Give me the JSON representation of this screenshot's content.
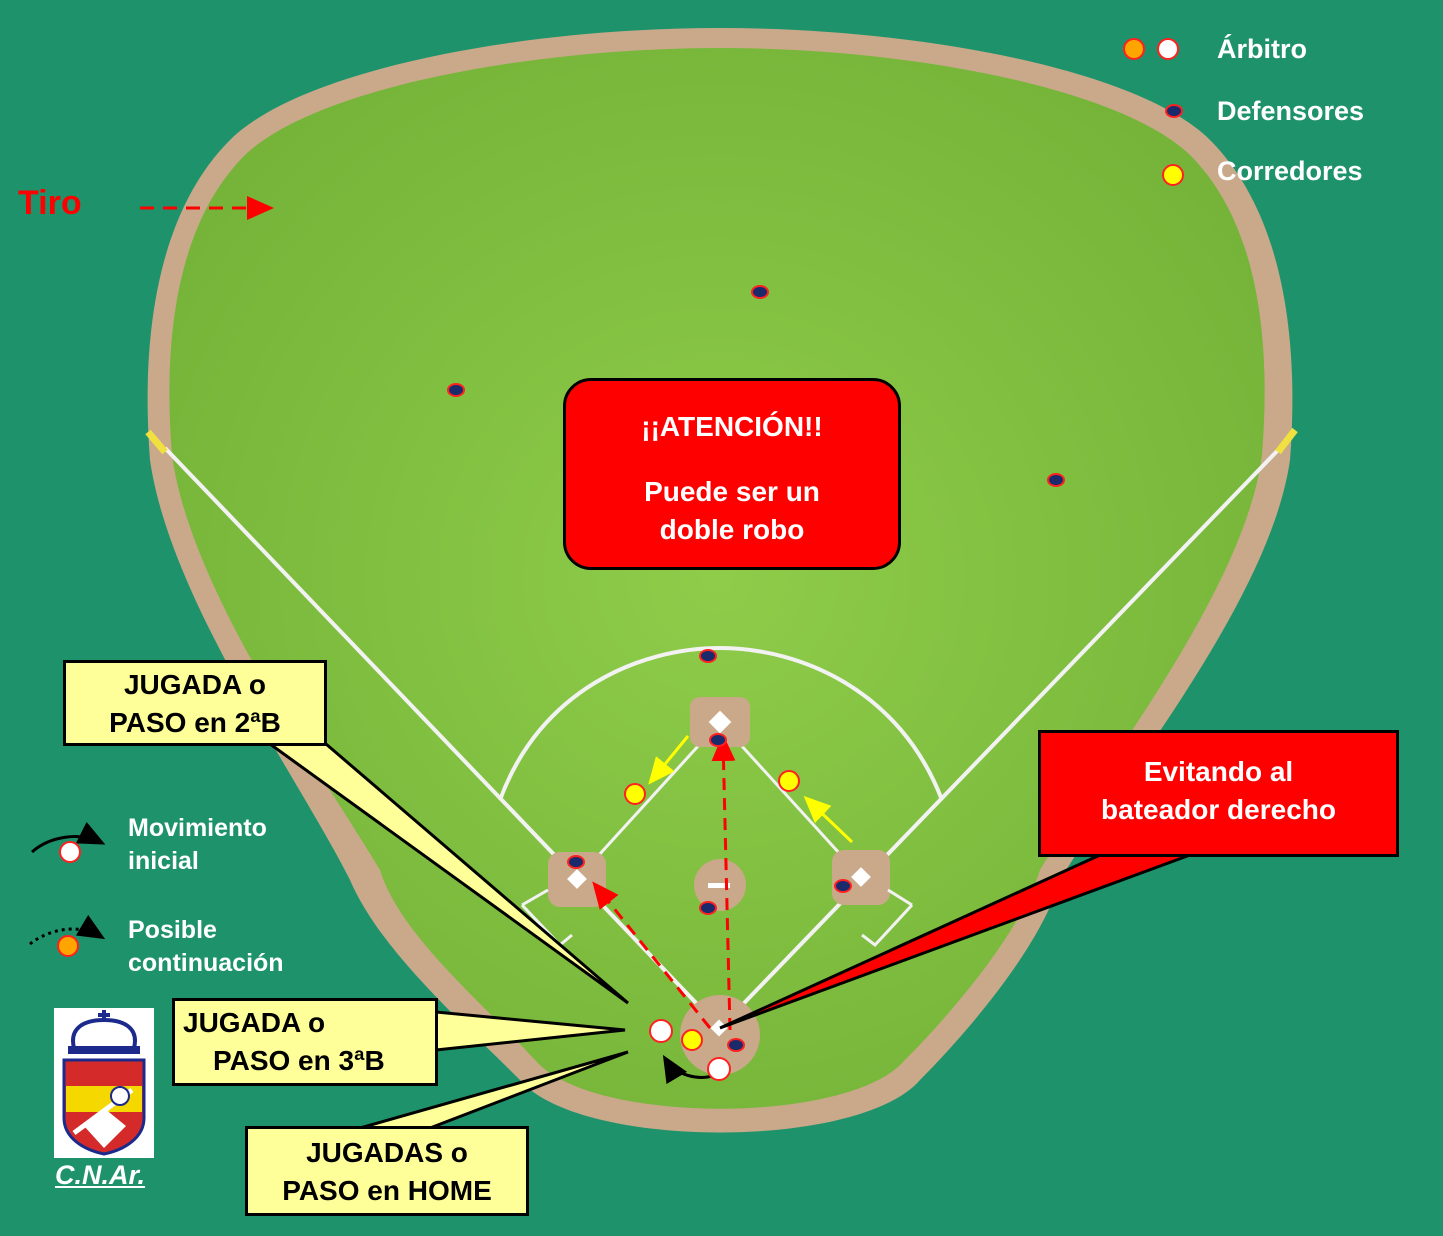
{
  "legend": {
    "umpire": "Árbitro",
    "defenders": "Defensores",
    "runners": "Corredores"
  },
  "throw_label": "Tiro",
  "alert": {
    "title": "¡¡ATENCIÓN!!",
    "line1": "Puede ser un",
    "line2": "doble robo"
  },
  "callouts": {
    "second_base": [
      "JUGADA o",
      "PASO en 2ªB"
    ],
    "third_base": [
      "JUGADA o",
      "PASO en 3ªB"
    ],
    "home": [
      "JUGADAS o",
      "PASO en HOME"
    ],
    "avoiding_batter": [
      "Evitando al",
      "bateador derecho"
    ]
  },
  "side_legend": {
    "initial_move": [
      "Movimiento",
      "inicial"
    ],
    "possible_cont": [
      "Posible",
      "continuación"
    ]
  },
  "logo_caption": "C.N.Ar.",
  "colors": {
    "background": "#1e936b",
    "grass": "#7fbf3f",
    "dirt": "#c9a98a",
    "defender": "#1b2a6b",
    "runner": "#ffff00",
    "umpire_orange": "#ffa500",
    "throw": "#ff0000",
    "alert_bg": "#ff0000",
    "callout_bg": "#ffff99"
  }
}
